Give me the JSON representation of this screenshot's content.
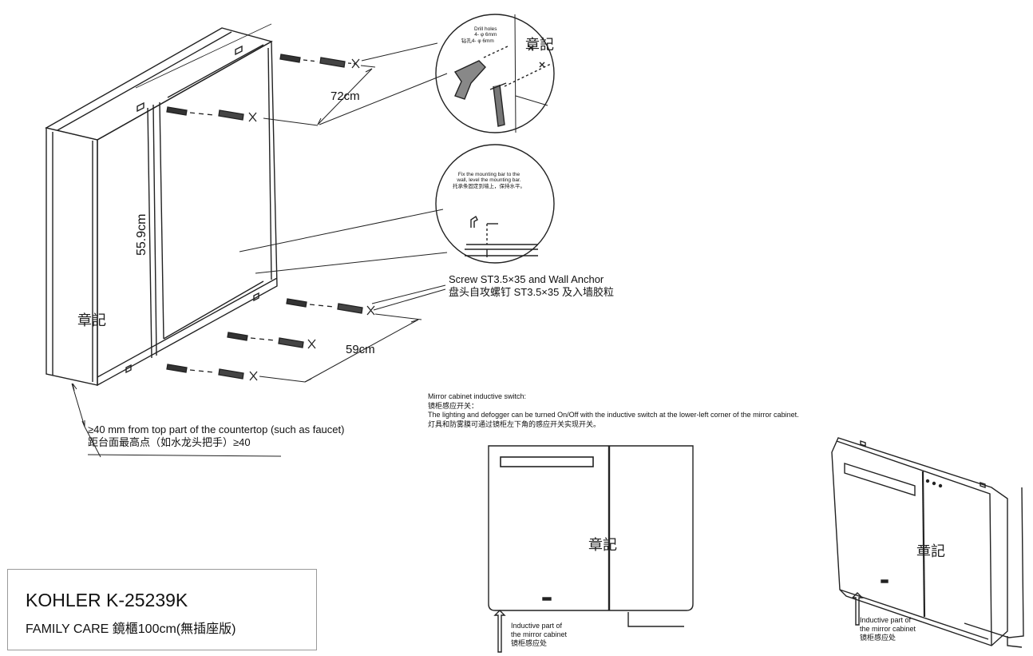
{
  "watermark": "章記",
  "dimensions": {
    "width_top": "72cm",
    "width_bottom": "59cm",
    "height": "55.9cm"
  },
  "drill_callout": {
    "line1": "Drill holes",
    "line2": "4- φ 6mm",
    "line3": "钻孔4- φ 6mm"
  },
  "mounting_callout": {
    "line1": "Fix the mounting bar to the",
    "line2": "wall, level the mounting bar.",
    "line3": "托承条固定到墙上，保持水平。"
  },
  "screw_label": {
    "en": "Screw ST3.5×35 and Wall Anchor",
    "zh": "盘头自攻螺钉 ST3.5×35 及入墙胶粒"
  },
  "countertop_note": {
    "en": "≥40 mm from top part of the countertop (such as faucet)",
    "zh": "距台面最高点（如水龙头把手）≥40"
  },
  "switch_note": {
    "line1": "Mirror cabinet inductive switch:",
    "line2": "镜柜感应开关：",
    "line3": "The lighting and defogger can be turned On/Off with the inductive switch at the lower-left corner of the mirror cabinet.",
    "line4": "灯具和防雾膜可通过镜柜左下角的感应开关实现开关。"
  },
  "inductive_label": {
    "line1": "Inductive part of",
    "line2": "the mirror cabinet",
    "line3": "镜柜感应处"
  },
  "product": {
    "model": "KOHLER K-25239K",
    "name": "FAMILY CARE 鏡櫃100cm(無插座版)"
  }
}
